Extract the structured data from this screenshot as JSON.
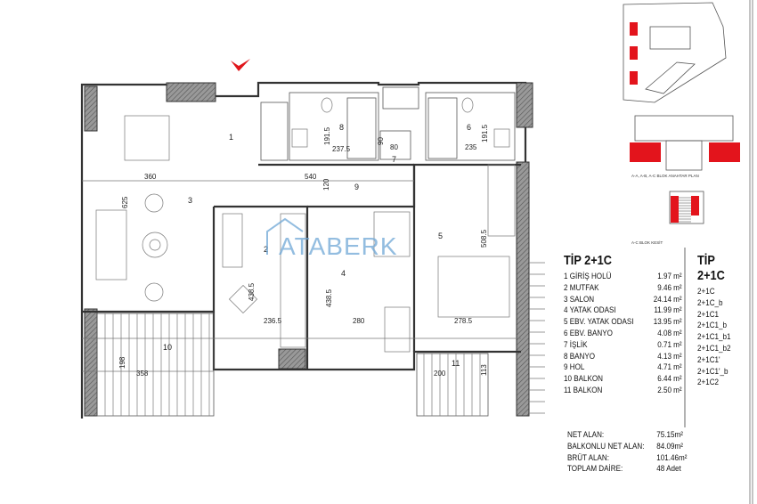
{
  "plan": {
    "rooms": [
      "1",
      "2",
      "3",
      "4",
      "5",
      "6",
      "7",
      "8",
      "9",
      "10",
      "11"
    ],
    "dimensions": [
      "360",
      "540",
      "120",
      "625",
      "191.5",
      "237.5",
      "80",
      "90",
      "235",
      "191.5",
      "508.5",
      "438.5",
      "438.5",
      "236.5",
      "280",
      "278.5",
      "198",
      "358",
      "200",
      "113"
    ],
    "watermark": "ATABERK",
    "entrance_marker_color": "#e0161b"
  },
  "key_plan": {
    "highlight_color": "#e3141c",
    "block_plan_label": "A-A, A-B, A-C BLOK ANAHTAR PLAN",
    "section_label": "A-C BLOK KESİT"
  },
  "room_table": {
    "title": "TİP 2+1C",
    "rows": [
      {
        "name": "1 GİRİŞ HOLÜ",
        "area": "1.97 m²"
      },
      {
        "name": "2 MUTFAK",
        "area": "9.46 m²"
      },
      {
        "name": "3 SALON",
        "area": "24.14 m²"
      },
      {
        "name": "4 YATAK ODASI",
        "area": "11.99 m²"
      },
      {
        "name": "5 EBV. YATAK ODASI",
        "area": "13.95 m²"
      },
      {
        "name": "6 EBV. BANYO",
        "area": "4.08 m²"
      },
      {
        "name": "7 İŞLİK",
        "area": "0.71 m²"
      },
      {
        "name": "8 BANYO",
        "area": "4.13 m²"
      },
      {
        "name": "9 HOL",
        "area": "4.71 m²"
      },
      {
        "name": "10 BALKON",
        "area": "6.44 m²"
      },
      {
        "name": "11 BALKON",
        "area": "2.50 m²"
      }
    ]
  },
  "type_table": {
    "title": "TİP 2+1C",
    "items": [
      "2+1C",
      "2+1C_b",
      "2+1C1",
      "2+1C1_b",
      "2+1C1_b1",
      "2+1C1_b2",
      "2+1C1'",
      "2+1C1'_b",
      "2+1C2"
    ]
  },
  "totals": [
    {
      "label": "NET ALAN:",
      "value": "75.15m²"
    },
    {
      "label": "BALKONLU NET ALAN:",
      "value": "84.09m²"
    },
    {
      "label": "BRÜT ALAN:",
      "value": "101.46m²"
    },
    {
      "label": "TOPLAM DAİRE:",
      "value": "48 Adet"
    }
  ]
}
